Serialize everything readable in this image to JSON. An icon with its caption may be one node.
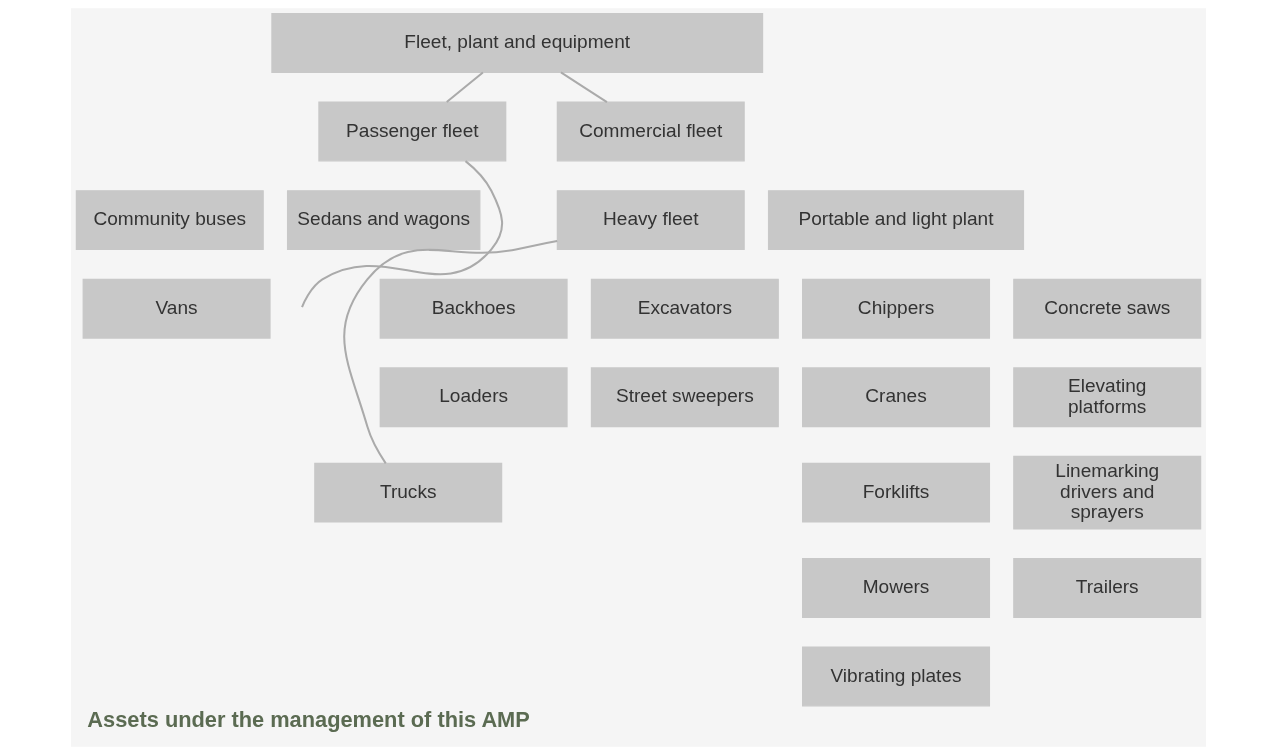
{
  "diagram": {
    "caption": "Assets under the management of this AMP",
    "nodes": [
      {
        "text": [
          "Fleet, plant and equipment"
        ]
      },
      {
        "text": [
          "Passenger fleet"
        ]
      },
      {
        "text": [
          "Commercial fleet"
        ]
      },
      {
        "text": [
          "Community buses"
        ]
      },
      {
        "text": [
          "Sedans and wagons"
        ]
      },
      {
        "text": [
          "Vans"
        ]
      },
      {
        "text": [
          "Heavy fleet"
        ]
      },
      {
        "text": [
          "Portable and light plant"
        ]
      },
      {
        "text": [
          "Backhoes"
        ]
      },
      {
        "text": [
          "Excavators"
        ]
      },
      {
        "text": [
          "Loaders"
        ]
      },
      {
        "text": [
          "Street sweepers"
        ]
      },
      {
        "text": [
          "Trucks"
        ]
      },
      {
        "text": [
          "Chippers"
        ]
      },
      {
        "text": [
          "Concrete saws"
        ]
      },
      {
        "text": [
          "Cranes"
        ]
      },
      {
        "text": [
          "Elevating platforms"
        ]
      },
      {
        "text": [
          "Forklifts"
        ]
      },
      {
        "text": [
          "Linemarking drivers and sprayers"
        ]
      },
      {
        "text": [
          "Mowers"
        ]
      },
      {
        "text": [
          "Trailers"
        ]
      },
      {
        "text": [
          "Vibrating plates"
        ]
      }
    ],
    "edges": [
      {
        "from": 0,
        "to": 1,
        "arrow": "none"
      },
      {
        "from": 0,
        "to": 2,
        "arrow": "none"
      },
      {
        "from": 1,
        "to": null,
        "arrow": "none"
      },
      {
        "from": 6,
        "to": 12,
        "arrow": "none"
      }
    ]
  }
}
